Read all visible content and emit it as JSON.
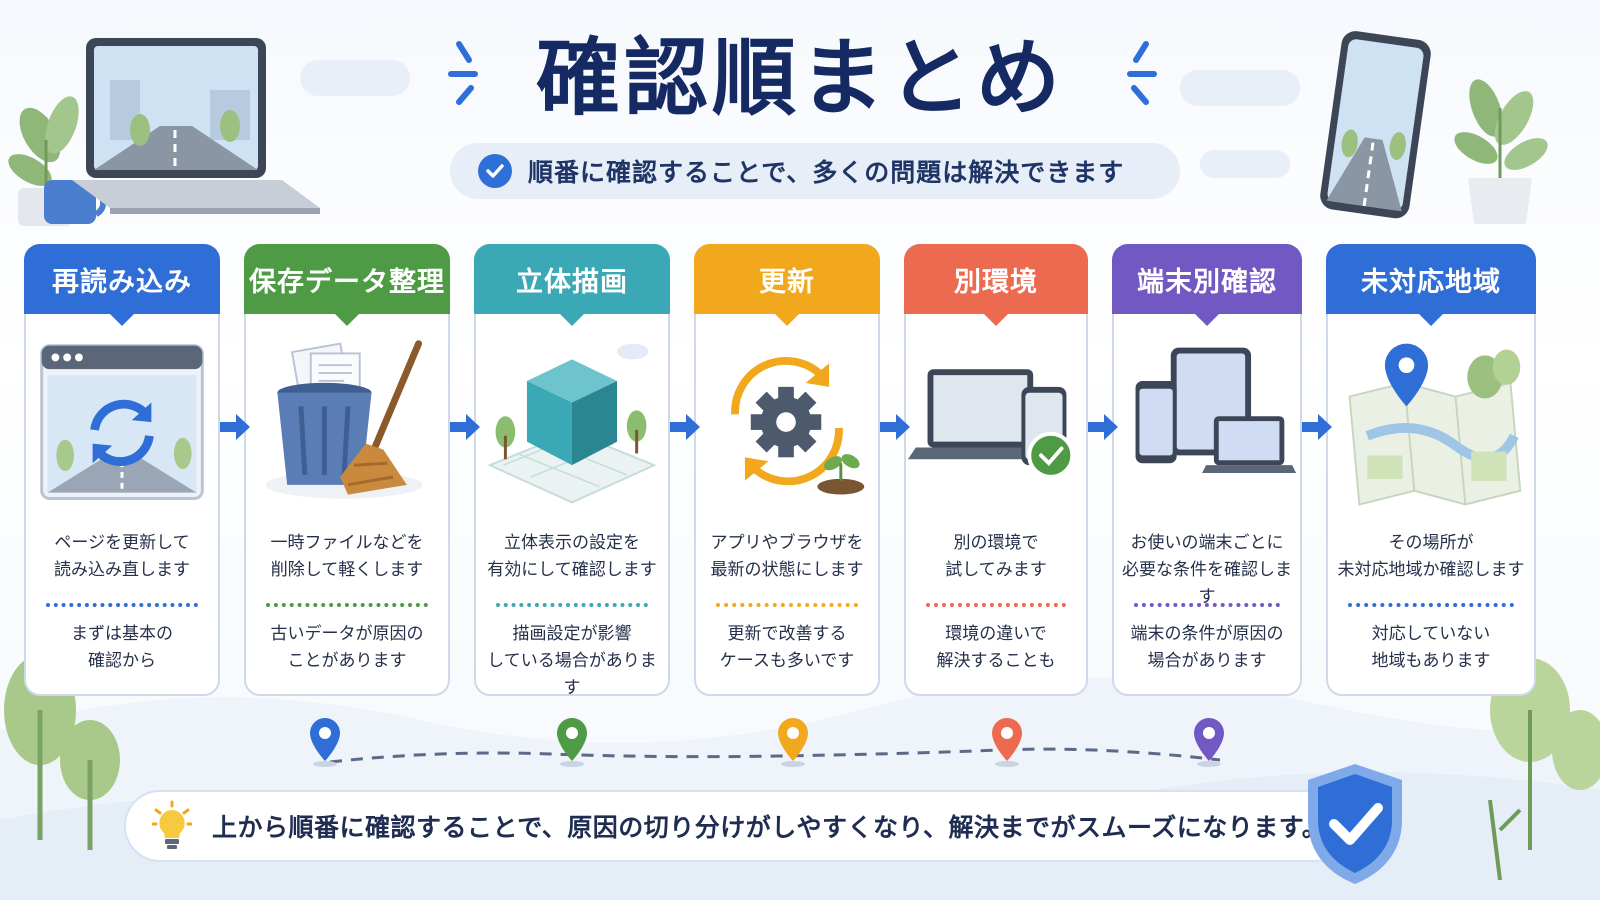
{
  "title": "確認順まとめ",
  "subtitle": "順番に確認することで、多くの問題は解決できます",
  "steps": [
    {
      "title": "再読み込み",
      "desc": "ページを更新して\n読み込み直します",
      "note": "まずは基本の\n確認から",
      "color": "#2f6ed6",
      "icon": "browser-refresh-icon"
    },
    {
      "title": "保存データ整理",
      "desc": "一時ファイルなどを\n削除して軽くします",
      "note": "古いデータが原因の\nことがあります",
      "color": "#4e9a45",
      "icon": "trash-broom-icon"
    },
    {
      "title": "立体描画",
      "desc": "立体表示の設定を\n有効にして確認します",
      "note": "描画設定が影響\nしている場合があります",
      "color": "#3aa8b5",
      "icon": "cube-icon"
    },
    {
      "title": "更新",
      "desc": "アプリやブラウザを\n最新の状態にします",
      "note": "更新で改善する\nケースも多いです",
      "color": "#f2a81d",
      "icon": "gear-update-icon"
    },
    {
      "title": "別環境",
      "desc": "別の環境で\n試してみます",
      "note": "環境の違いで\n解決することも",
      "color": "#ec6a4f",
      "icon": "laptop-phone-icon"
    },
    {
      "title": "端末別確認",
      "desc": "お使いの端末ごとに\n必要な条件を確認します",
      "note": "端末の条件が原因の\n場合があります",
      "color": "#7158c2",
      "icon": "devices-icon"
    },
    {
      "title": "未対応地域",
      "desc": "その場所が\n未対応地域か確認します",
      "note": "対応していない\n地域もあります",
      "color": "#2f6ed6",
      "icon": "map-pin-icon"
    }
  ],
  "pins": [
    "#2f6ed6",
    "#4e9a45",
    "#f2a81d",
    "#ec6a4f",
    "#7158c2"
  ],
  "footer": "上から順番に確認することで、原因の切り分けがしやすくなり、解決までがスムーズになります。"
}
